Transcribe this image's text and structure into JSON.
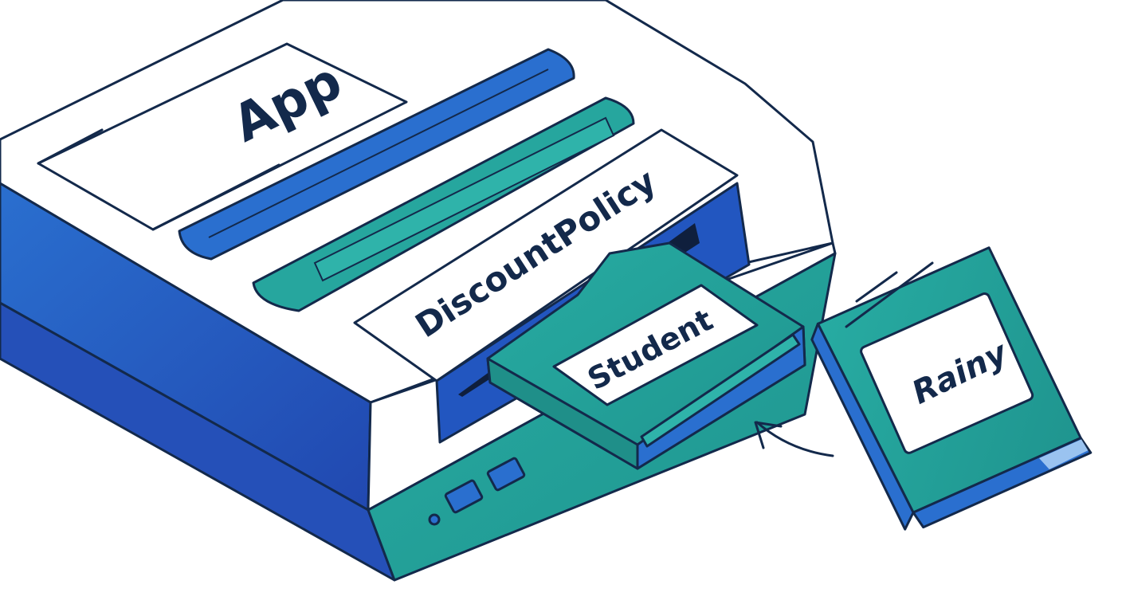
{
  "diagram": {
    "console_label": "App",
    "slot_label": "DiscountPolicy",
    "inserted_cartridge_label": "Student",
    "swap_cartridge_label": "Rainy",
    "colors": {
      "outline": "#13294b",
      "blue": "#2a6fcf",
      "blue_dark": "#2255b8",
      "teal": "#22a39b",
      "teal_light": "#2fb3aa",
      "white": "#ffffff"
    }
  }
}
